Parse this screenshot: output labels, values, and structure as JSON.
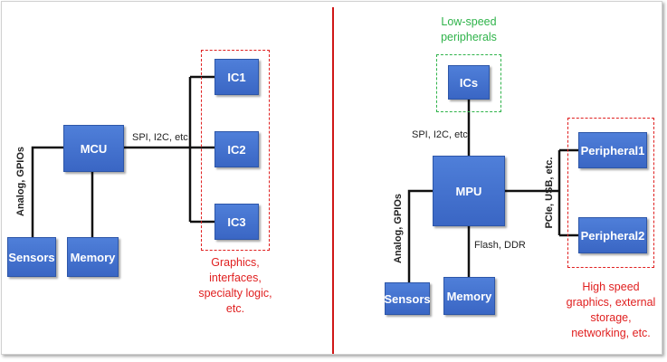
{
  "left": {
    "mcu": "MCU",
    "sensors": "Sensors",
    "memory": "Memory",
    "ic1": "IC1",
    "ic2": "IC2",
    "ic3": "IC3",
    "bus_label": "SPI, I2C, etc.",
    "analog_label": "Analog, GPIOs",
    "ic_group_note": [
      "Graphics,",
      "interfaces,",
      "specialty logic,",
      "etc."
    ]
  },
  "right": {
    "mpu": "MPU",
    "ics": "ICs",
    "sensors": "Sensors",
    "memory": "Memory",
    "peripheral1": "Peripheral1",
    "peripheral2": "Peripheral2",
    "low_speed_note": [
      "Low-speed",
      "peripherals"
    ],
    "bus_label": "SPI, I2C, etc.",
    "analog_label": "Analog, GPIOs",
    "flash_label": "Flash, DDR",
    "pcie_label": "PCIe, USB, etc.",
    "high_speed_note": [
      "High speed",
      "graphics, external",
      "storage,",
      "networking, etc."
    ]
  },
  "colors": {
    "block": "#3f6fce",
    "divider": "#d01818",
    "red_note": "#e02020",
    "green_note": "#2fb34a"
  }
}
